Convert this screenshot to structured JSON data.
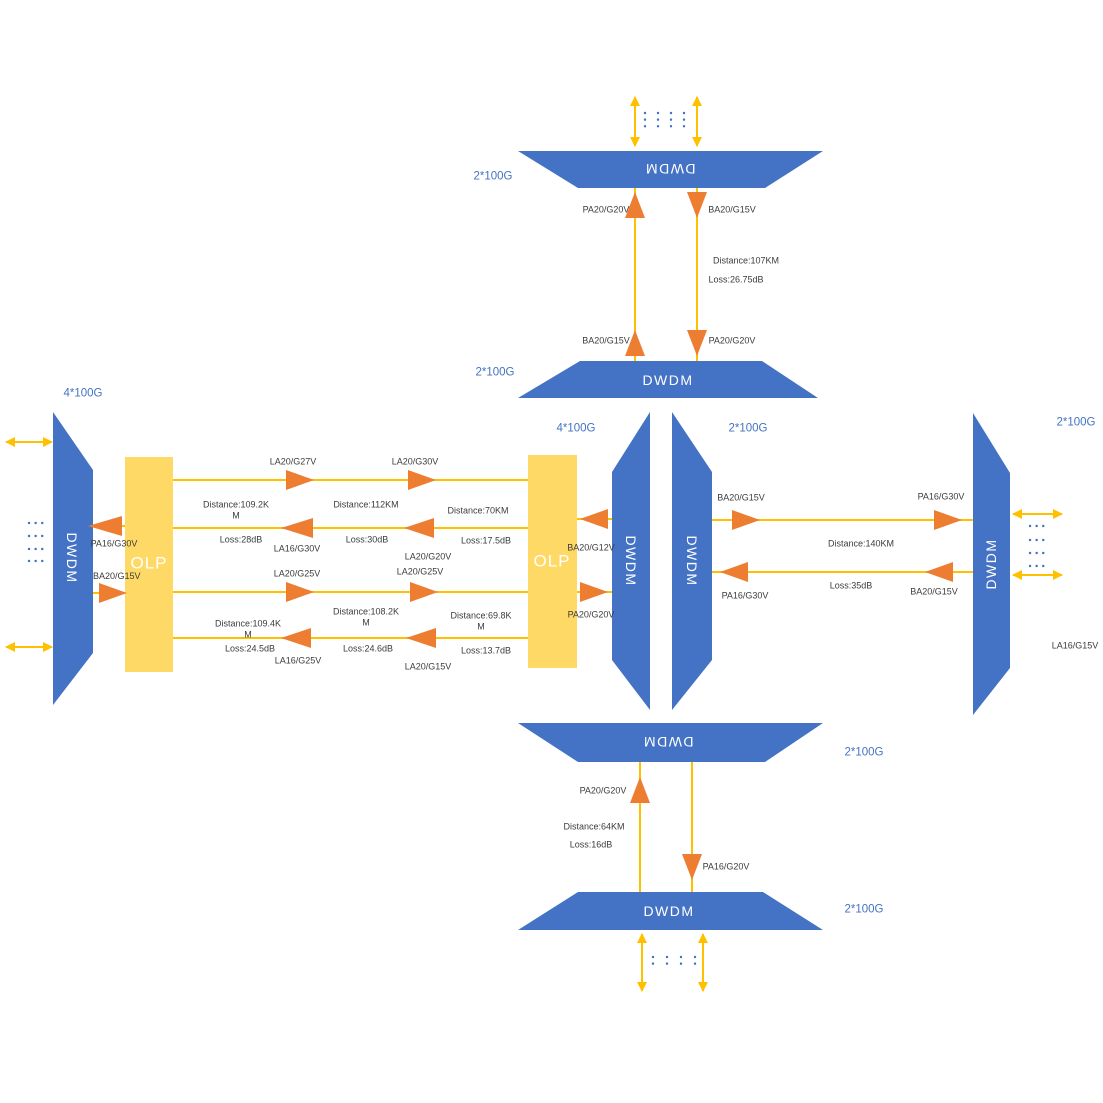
{
  "colors": {
    "node_blue": "#4472c4",
    "arrow_orange": "#ed7d31",
    "line_yellow": "#ffc000",
    "olp_fill": "#ffd966",
    "label_dark": "#3c3c3c"
  },
  "nodes": {
    "dwdm_label": "DWDM",
    "olp_label": "OLP"
  },
  "north_link": {
    "capacity_top": "2*100G",
    "amp_in_top": "PA20/G20V",
    "amp_out_top": "BA20/G15V",
    "distance": "Distance:107KM",
    "loss": "Loss:26.75dB",
    "amp_in_bottom": "BA20/G15V",
    "amp_out_bottom": "PA20/G20V",
    "capacity_bottom": "2*100G"
  },
  "center": {
    "capacity_west": "4*100G",
    "capacity_east": "2*100G",
    "ba_amp": "BA20/G12V",
    "pa_amp": "PA20/G20V"
  },
  "west_link": {
    "capacity": "4*100G",
    "pa_amp": "PA16/G30V",
    "ba_amp": "BA20/G15V",
    "upper_path": {
      "seg1": {
        "fwd_amp": "LA20/G27V",
        "rev_amp": "LA16/G30V",
        "distance": "Distance:109.2K",
        "distance_wrap": "M",
        "loss": "Loss:28dB"
      },
      "seg2": {
        "fwd_amp": "LA20/G30V",
        "rev_amp": "LA20/G20V",
        "distance": "Distance:112KM",
        "loss": "Loss:30dB"
      },
      "seg3": {
        "distance": "Distance:70KM",
        "loss": "Loss:17.5dB"
      }
    },
    "lower_path": {
      "seg1": {
        "fwd_amp": "LA20/G25V",
        "rev_amp": "LA16/G25V",
        "distance": "Distance:109.4K",
        "distance_wrap": "M",
        "loss": "Loss:24.5dB"
      },
      "seg2": {
        "fwd_amp": "LA20/G25V",
        "rev_amp": "LA20/G15V",
        "distance": "Distance:108.2K",
        "distance_wrap": "M",
        "loss": "Loss:24.6dB"
      },
      "seg3": {
        "distance": "Distance:69.8K",
        "distance_wrap": "M",
        "loss": "Loss:13.7dB"
      }
    }
  },
  "east_link": {
    "fwd_ba": "BA20/G15V",
    "fwd_pa": "PA16/G30V",
    "distance": "Distance:140KM",
    "loss": "Loss:35dB",
    "rev_pa": "PA16/G30V",
    "rev_ba": "BA20/G15V",
    "capacity": "2*100G",
    "client_amp": "LA16/G15V"
  },
  "south_link": {
    "capacity_top": "2*100G",
    "pa_up": "PA20/G20V",
    "distance": "Distance:64KM",
    "loss": "Loss:16dB",
    "pa_down": "PA16/G20V",
    "capacity_bottom": "2*100G"
  }
}
